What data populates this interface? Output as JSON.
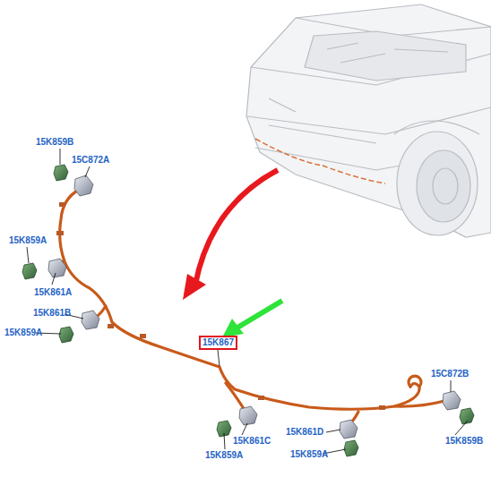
{
  "diagram": {
    "nodes": [
      {
        "text": [
          "15K867"
        ]
      }
    ],
    "labels": [
      "15K859B",
      "15C872A",
      "15K859A",
      "15K861A",
      "15K861B",
      "15K859A",
      "15C872B",
      "15K861C",
      "15K861D",
      "15K859B",
      "15K859A",
      "15K859A"
    ]
  }
}
